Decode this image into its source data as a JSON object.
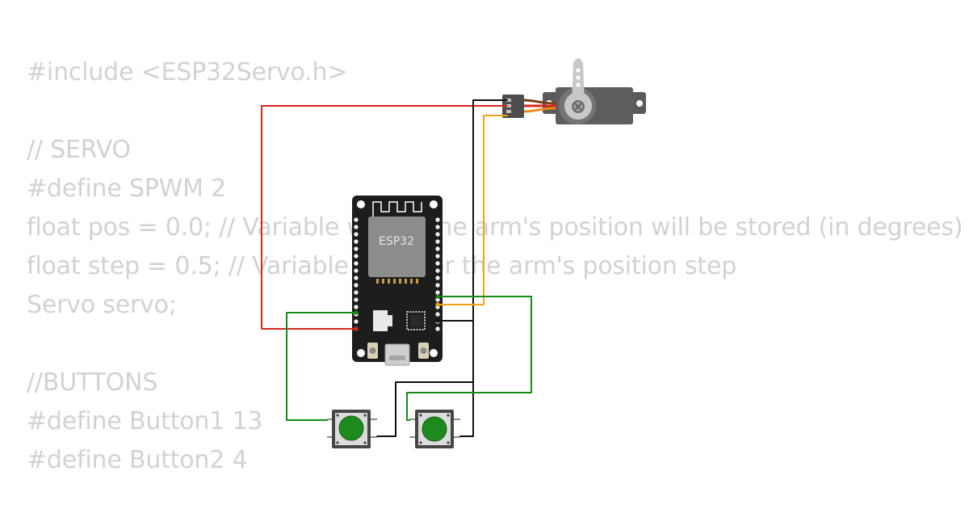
{
  "code_lines": [
    "#include <ESP32Servo.h>",
    "",
    "// SERVO",
    "#define SPWM 2",
    "float pos = 0.0; // Variable where the arm's position will be stored (in degrees)",
    "float step = 0.5; // Variable used for the arm's position step",
    "Servo servo;",
    "",
    "//BUTTONS",
    "#define Button1 13",
    "#define Button2 4"
  ],
  "board": {
    "chip_label": "ESP32"
  },
  "colors": {
    "code_text": "#d2d2d2",
    "board": "#1d1d1d",
    "chip": "#8c8c8c",
    "wire_red": "#d42a1d",
    "wire_black": "#111111",
    "wire_orange": "#eea418",
    "wire_green": "#158a16",
    "button_cap": "#1e8a1e",
    "servo_body": "#5a5a5a",
    "servo_horn": "#c8c8c8"
  }
}
